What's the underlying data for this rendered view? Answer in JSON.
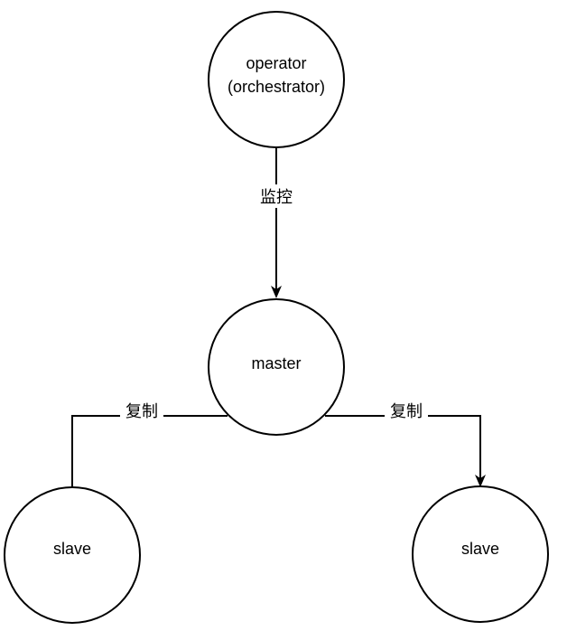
{
  "nodes": {
    "operator": {
      "line1": "operator",
      "line2": "(orchestrator)"
    },
    "master": {
      "label": "master"
    },
    "slave_left": {
      "label": "slave"
    },
    "slave_right": {
      "label": "slave"
    }
  },
  "edges": {
    "monitor": {
      "label": "监控"
    },
    "replicate_left": {
      "label": "复制"
    },
    "replicate_right": {
      "label": "复制"
    }
  }
}
